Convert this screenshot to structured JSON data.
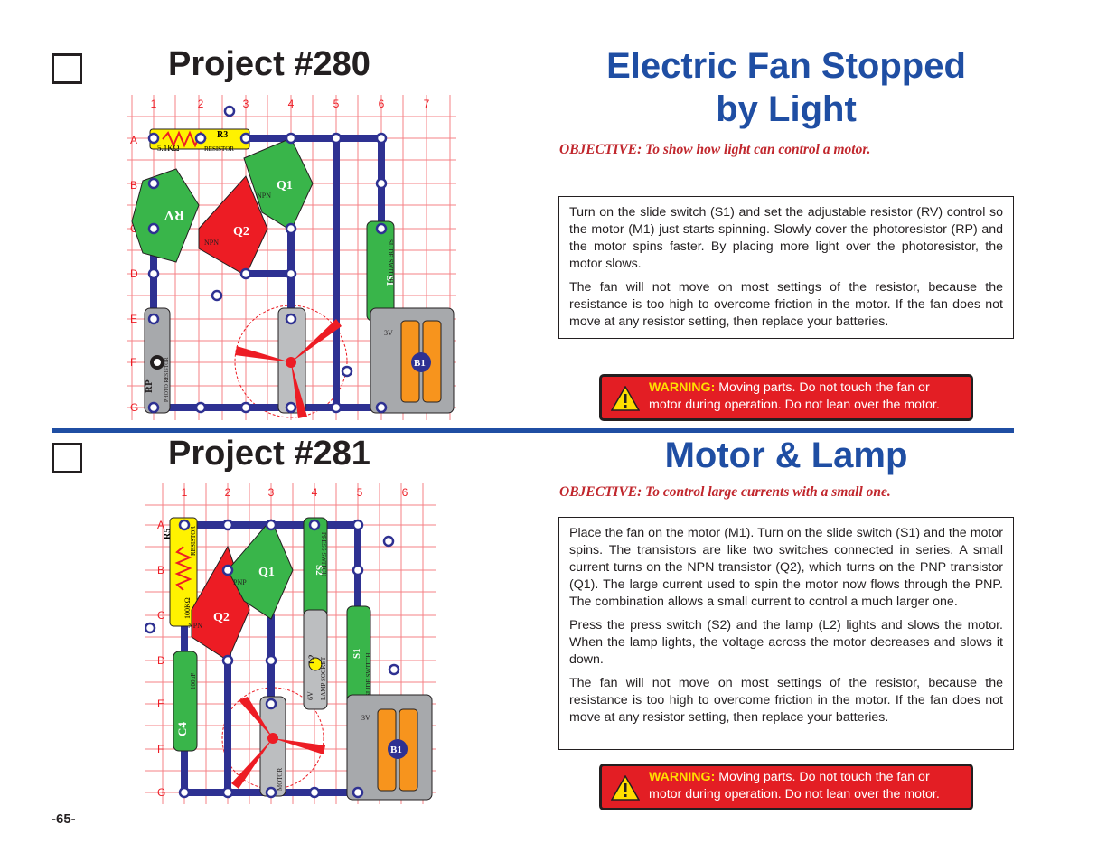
{
  "p280": {
    "title": "Project #280",
    "heading_line1": "Electric Fan Stopped",
    "heading_line2": "by Light",
    "objective": "OBJECTIVE:  To show how light can control a motor.",
    "paragraphs": [
      "Turn on the slide switch (S1) and set the adjustable resistor (RV) control so the motor (M1) just starts spinning.  Slowly cover the photoresistor (RP) and the motor spins faster.  By placing more light over the photoresistor, the motor slows.",
      "The fan will not move on most settings of the resistor, because the resistance is too high to overcome friction in the motor.  If the fan does not move at any resistor setting, then replace your batteries."
    ],
    "warning_label": "WARNING:",
    "warning_text": "  Moving parts. Do not touch the fan or motor during operation. Do not lean over the motor.",
    "grid_cols": [
      "1",
      "2",
      "3",
      "4",
      "5",
      "6",
      "7"
    ],
    "grid_rows": [
      "A",
      "B",
      "C",
      "D",
      "E",
      "F",
      "G"
    ],
    "parts": {
      "r3": "R3",
      "r3_value": "5.1KΩ",
      "r3_name": "RESISTOR",
      "q1": "Q1",
      "q1_type": "NPN",
      "q2": "Q2",
      "q2_type": "NPN",
      "rv": "RV",
      "s1": "S1",
      "s1_name": "SLIDE SWITCH",
      "rp": "RP",
      "rp_name": "PHOTO RESISTOR",
      "b1": "B1",
      "b1_volt": "3V"
    }
  },
  "p281": {
    "title": "Project #281",
    "heading": "Motor & Lamp",
    "objective": "OBJECTIVE:  To control large currents with a small one.",
    "paragraphs": [
      "Place the fan on the motor (M1).  Turn on the slide switch (S1) and the motor spins.  The transistors are like two switches connected in series.  A small current turns on the NPN transistor (Q2), which turns on the PNP transistor (Q1).  The large current used to spin the motor now flows through the PNP.  The combination allows a small current to control a much larger one.",
      "Press the press switch (S2) and the lamp (L2) lights and slows the motor.  When the lamp lights, the voltage across the motor decreases and slows it down.",
      "The fan will not move on most settings of the resistor, because the resistance is too high to overcome friction in the motor.  If the fan does not move at any resistor setting, then replace your batteries."
    ],
    "warning_label": "WARNING:",
    "warning_text": "  Moving parts. Do not touch the fan or motor during operation. Do not lean over the motor.",
    "grid_cols": [
      "1",
      "2",
      "3",
      "4",
      "5",
      "6"
    ],
    "grid_rows": [
      "A",
      "B",
      "C",
      "D",
      "E",
      "F",
      "G"
    ],
    "parts": {
      "r5": "R5",
      "r5_value": "100KΩ",
      "r5_name": "RESISTOR",
      "q1": "Q1",
      "q1_type": "PNP",
      "q2": "Q2",
      "q2_type": "NPN",
      "s2": "S2",
      "s2_name": "PRESS SWITCH",
      "l2": "L2",
      "l2_name": "LAMP SOCKET",
      "l2_volt": "6V",
      "s1": "S1",
      "s1_name": "SLIDE SWITCH",
      "c4": "C4",
      "c4_value": "100μF",
      "b1": "B1",
      "b1_volt": "3V",
      "m1": "MOTOR"
    }
  },
  "page_number": "-65-",
  "colors": {
    "title_blue": "#1f4ea3",
    "objective_red": "#c1272d",
    "warning_red": "#e31e24",
    "warning_label": "#ffde00",
    "snap_blue": "#2e3192",
    "grid_red": "#ed1c24",
    "part_green": "#39b54a",
    "part_yellow": "#fff200",
    "battery_orange": "#f7941d"
  }
}
